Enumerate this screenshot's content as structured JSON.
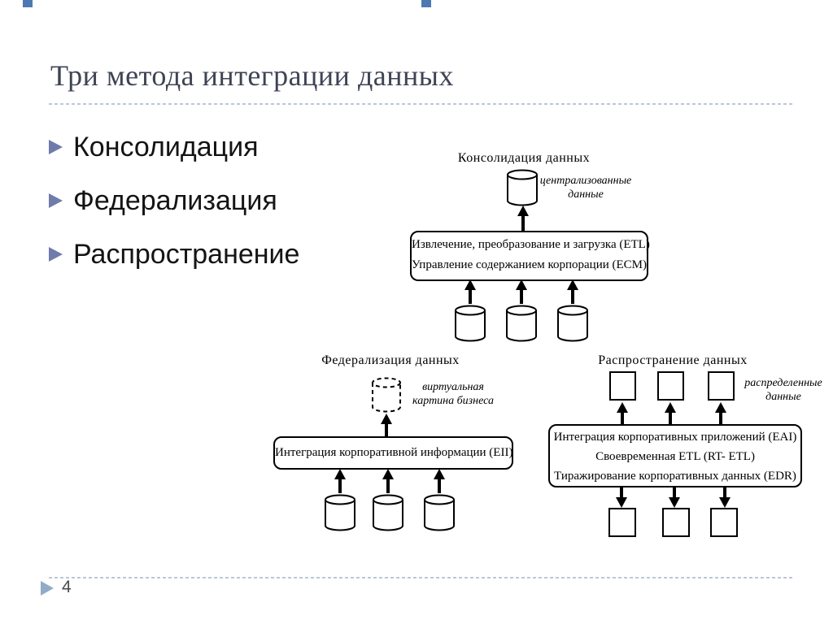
{
  "slide": {
    "title": "Три метода интеграции данных",
    "page_number": "4",
    "bullets": [
      "Консолидация",
      "Федерализация",
      "Распространение"
    ],
    "icons": {
      "bullet_icon": "triangle-right",
      "footer_icon": "triangle-right",
      "database_icon": "cylinder",
      "virtual_database_icon": "dashed-cylinder",
      "application_icon": "square"
    },
    "colors": {
      "title": "#3e4454",
      "bullet_marker": "#6f7cab",
      "dotted_rule": "#bcc7d4",
      "footer_marker": "#92abc9",
      "top_decoration": "#4d79b3",
      "diagram_stroke": "#000000"
    }
  },
  "diagrams": {
    "consolidation": {
      "title": "Консолидация данных",
      "caption_lines": [
        "централизованные",
        "данные"
      ],
      "box_lines": [
        "Извлечение, преобразование и загрузка (ETL)",
        "Управление содержанием корпорации (ECM)"
      ]
    },
    "federation": {
      "title": "Федерализация данных",
      "caption_lines": [
        "виртуальная",
        "картина бизнеса"
      ],
      "box_lines": [
        "Интеграция корпоративной информации (EII)"
      ]
    },
    "propagation": {
      "title": "Распространение данных",
      "caption_lines": [
        "распределенные",
        "данные"
      ],
      "box_lines": [
        "Интеграция корпоративных приложений (EAI)",
        "Своевременная ETL (RT- ETL)",
        "Тиражирование корпоративных данных (EDR)"
      ]
    }
  }
}
